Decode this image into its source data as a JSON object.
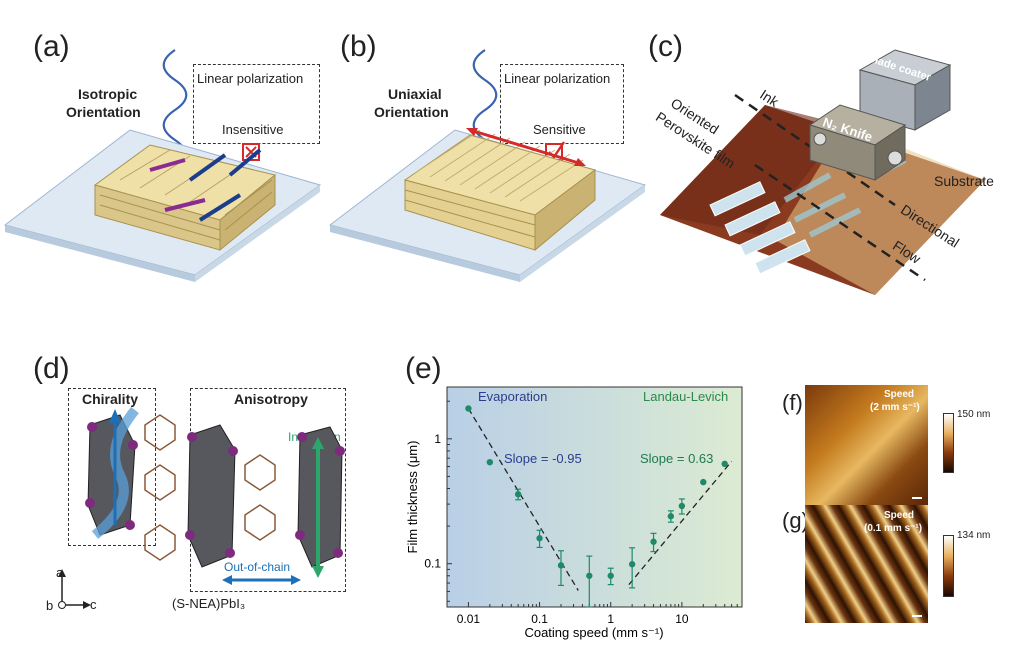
{
  "panels": {
    "a": {
      "letter": "(a)",
      "title_line1": "Isotropic",
      "title_line2": "Orientation",
      "box_line1": "Linear polarization",
      "box_line2": "Insensitive"
    },
    "b": {
      "letter": "(b)",
      "title_line1": "Uniaxial",
      "title_line2": "Orientation",
      "box_line1": "Linear polarization",
      "box_line2": "Sensitive"
    },
    "c": {
      "letter": "(c)",
      "ink": "Ink",
      "oriented1": "Oriented",
      "oriented2": "Perovskite film",
      "blade_coater": "Blade coater",
      "knife": "N₂ Knife",
      "substrate": "Substrate",
      "flow1": "Directional",
      "flow2": "Flow"
    },
    "d": {
      "letter": "(d)",
      "chirality": "Chirality",
      "anisotropy": "Anisotropy",
      "intrachain": "Intrachain",
      "out_of_chain": "Out-of-chain",
      "formula": "(S-NEA)PbI₃",
      "axis_a": "a",
      "axis_b": "b",
      "axis_c": "c"
    },
    "e": {
      "letter": "(e)",
      "left_regime": "Evaporation",
      "right_regime": "Landau-Levich",
      "slope_left": "Slope = -0.95",
      "slope_right": "Slope = 0.63"
    },
    "f": {
      "letter": "(f)",
      "speed_line1": "Speed",
      "speed_line2": "(2 mm s⁻¹)",
      "scale_max": "150 nm"
    },
    "g": {
      "letter": "(g)",
      "speed_line1": "Speed",
      "speed_line2": "(0.1 mm s⁻¹)",
      "scale_max": "134 nm"
    }
  },
  "chart_data": {
    "type": "scatter",
    "xlabel": "Coating speed (mm s⁻¹)",
    "ylabel": "Film thickness (μm)",
    "x_scale": "log",
    "y_scale": "log",
    "xlim": [
      0.005,
      70
    ],
    "ylim": [
      0.045,
      2.6
    ],
    "x_ticks": [
      0.01,
      0.1,
      1,
      10
    ],
    "x_tick_labels": [
      "0.01",
      "0.1",
      "1",
      "10"
    ],
    "y_ticks": [
      0.1,
      1
    ],
    "y_tick_labels": [
      "0.1",
      "1"
    ],
    "points": [
      {
        "x": 0.01,
        "y": 1.75,
        "err": 0
      },
      {
        "x": 0.02,
        "y": 0.65,
        "err": 0
      },
      {
        "x": 0.05,
        "y": 0.36,
        "err": 0.035
      },
      {
        "x": 0.1,
        "y": 0.16,
        "err": 0.025
      },
      {
        "x": 0.2,
        "y": 0.097,
        "err": 0.03
      },
      {
        "x": 0.5,
        "y": 0.08,
        "err": 0.035
      },
      {
        "x": 1,
        "y": 0.08,
        "err": 0.012
      },
      {
        "x": 2,
        "y": 0.099,
        "err": 0.035
      },
      {
        "x": 4,
        "y": 0.15,
        "err": 0.025
      },
      {
        "x": 7,
        "y": 0.24,
        "err": 0.025
      },
      {
        "x": 10,
        "y": 0.29,
        "err": 0.04
      },
      {
        "x": 20,
        "y": 0.45,
        "err": 0
      },
      {
        "x": 40,
        "y": 0.63,
        "err": 0
      }
    ],
    "fit_left": {
      "x": [
        0.01,
        0.35
      ],
      "y": [
        1.75,
        0.061
      ]
    },
    "fit_right": {
      "x": [
        1.8,
        50
      ],
      "y": [
        0.068,
        0.66
      ]
    },
    "marker_color": "#1f8a6a",
    "bg_left": "#b9cfe6",
    "bg_right": "#dcebd2"
  },
  "colors": {
    "wood": "#efe0a8",
    "wood_dark": "#c9b272",
    "glass": "#dfe9f4",
    "blue_arrow": "#1c3d8c",
    "purple": "#8a2a93",
    "red": "#d42a2a",
    "green": "#2ca66a",
    "steel": "#9aa1a8"
  }
}
